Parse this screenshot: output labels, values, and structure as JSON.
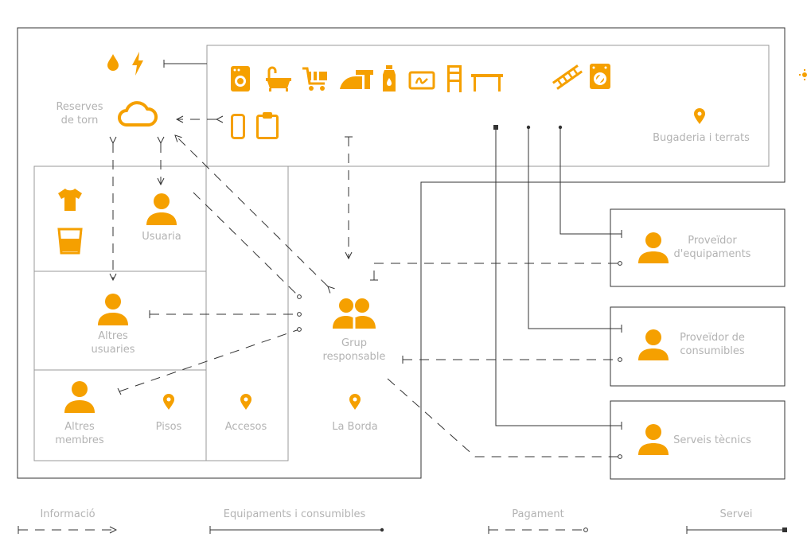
{
  "colors": {
    "accent": "#f5a000",
    "line": "#333333",
    "text": "#b3b3b3"
  },
  "labels": {
    "reserves": "Reserves\nde torn",
    "usuaria": "Usuaria",
    "altres_usuaries": "Altres\nusuaries",
    "altres_membres": "Altres\nmembres",
    "pisos": "Pisos",
    "accesos": "Accesos",
    "la_borda": "La Borda",
    "grup": "Grup\nresponsable",
    "bugaderia": "Bugaderia i terrats",
    "proveidor_equipaments": "Proveïdor\nd'equipaments",
    "proveidor_consumibles": "Proveïdor de\nconsumibles",
    "serveis_tecnics": "Serveis tècnics"
  },
  "legend": {
    "informacio": "Informació",
    "equipaments": "Equipaments i consumibles",
    "pagament": "Pagament",
    "servei": "Servei"
  },
  "icons": [
    "water-drop-icon",
    "lightning-icon",
    "cloud-icon",
    "washing-machine-icon",
    "bathtub-icon",
    "shopping-cart-icon",
    "iron-icon",
    "detergent-bottle-icon",
    "card-payment-icon",
    "chair-icon",
    "table-icon",
    "clothes-drying-rack-icon",
    "dryer-icon",
    "phone-icon",
    "clipboard-icon",
    "t-shirt-icon",
    "glass-icon",
    "person-icon",
    "group-icon",
    "location-pin-icon"
  ]
}
